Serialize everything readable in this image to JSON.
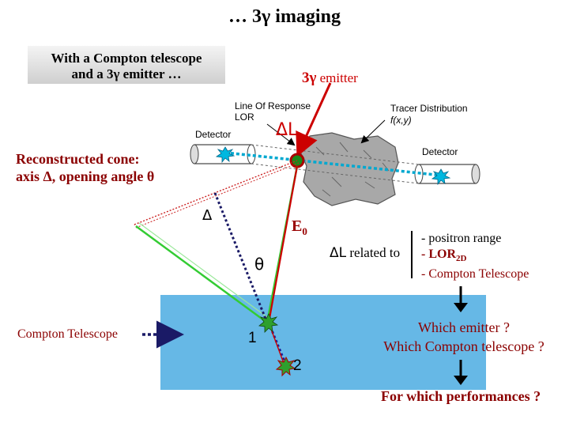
{
  "title": "… 3γ imaging",
  "intro": {
    "line1": "With a Compton telescope",
    "line2": "and a 3γ emitter …"
  },
  "emitter_label": {
    "prefix": "3γ",
    "suffix": " emitter"
  },
  "figure": {
    "lor_line1": "Line Of Response",
    "lor_line2": "LOR",
    "tracer_line1": "Tracer Distribution",
    "tracer_line2": "f(x,y)",
    "detector_left": "Detector",
    "detector_right": "Detector"
  },
  "delta_l": "ΔL",
  "reconstructed_cone": {
    "line1": "Reconstructed cone:",
    "line2": "axis Δ, opening angle θ"
  },
  "delta_symbol": "Δ",
  "e0_label": {
    "base": "E",
    "sub": "0"
  },
  "theta_symbol": "θ",
  "delta_l_related": {
    "symbol": "ΔL",
    "text": " related to"
  },
  "range_items": [
    "- positron range",
    {
      "prefix": "- LOR",
      "sub": "2D"
    },
    "- Compton Telescope"
  ],
  "compton_telescope_label": "Compton Telescope",
  "interaction_points": [
    "1",
    "2"
  ],
  "questions": {
    "q1": "Which emitter ?",
    "q2": "Which Compton telescope ?"
  },
  "performance_question": "For which performances ?",
  "colors": {
    "dark_red": "#8b0000",
    "red": "#cc0000",
    "telescope_blue": "#66b8e6",
    "green": "#33cc33",
    "dotted_blue": "#1a1aaa",
    "cyan": "#00b0d8"
  },
  "icons": [
    "star-burst-icon",
    "down-arrow-icon",
    "dotted-arrow-icon"
  ]
}
